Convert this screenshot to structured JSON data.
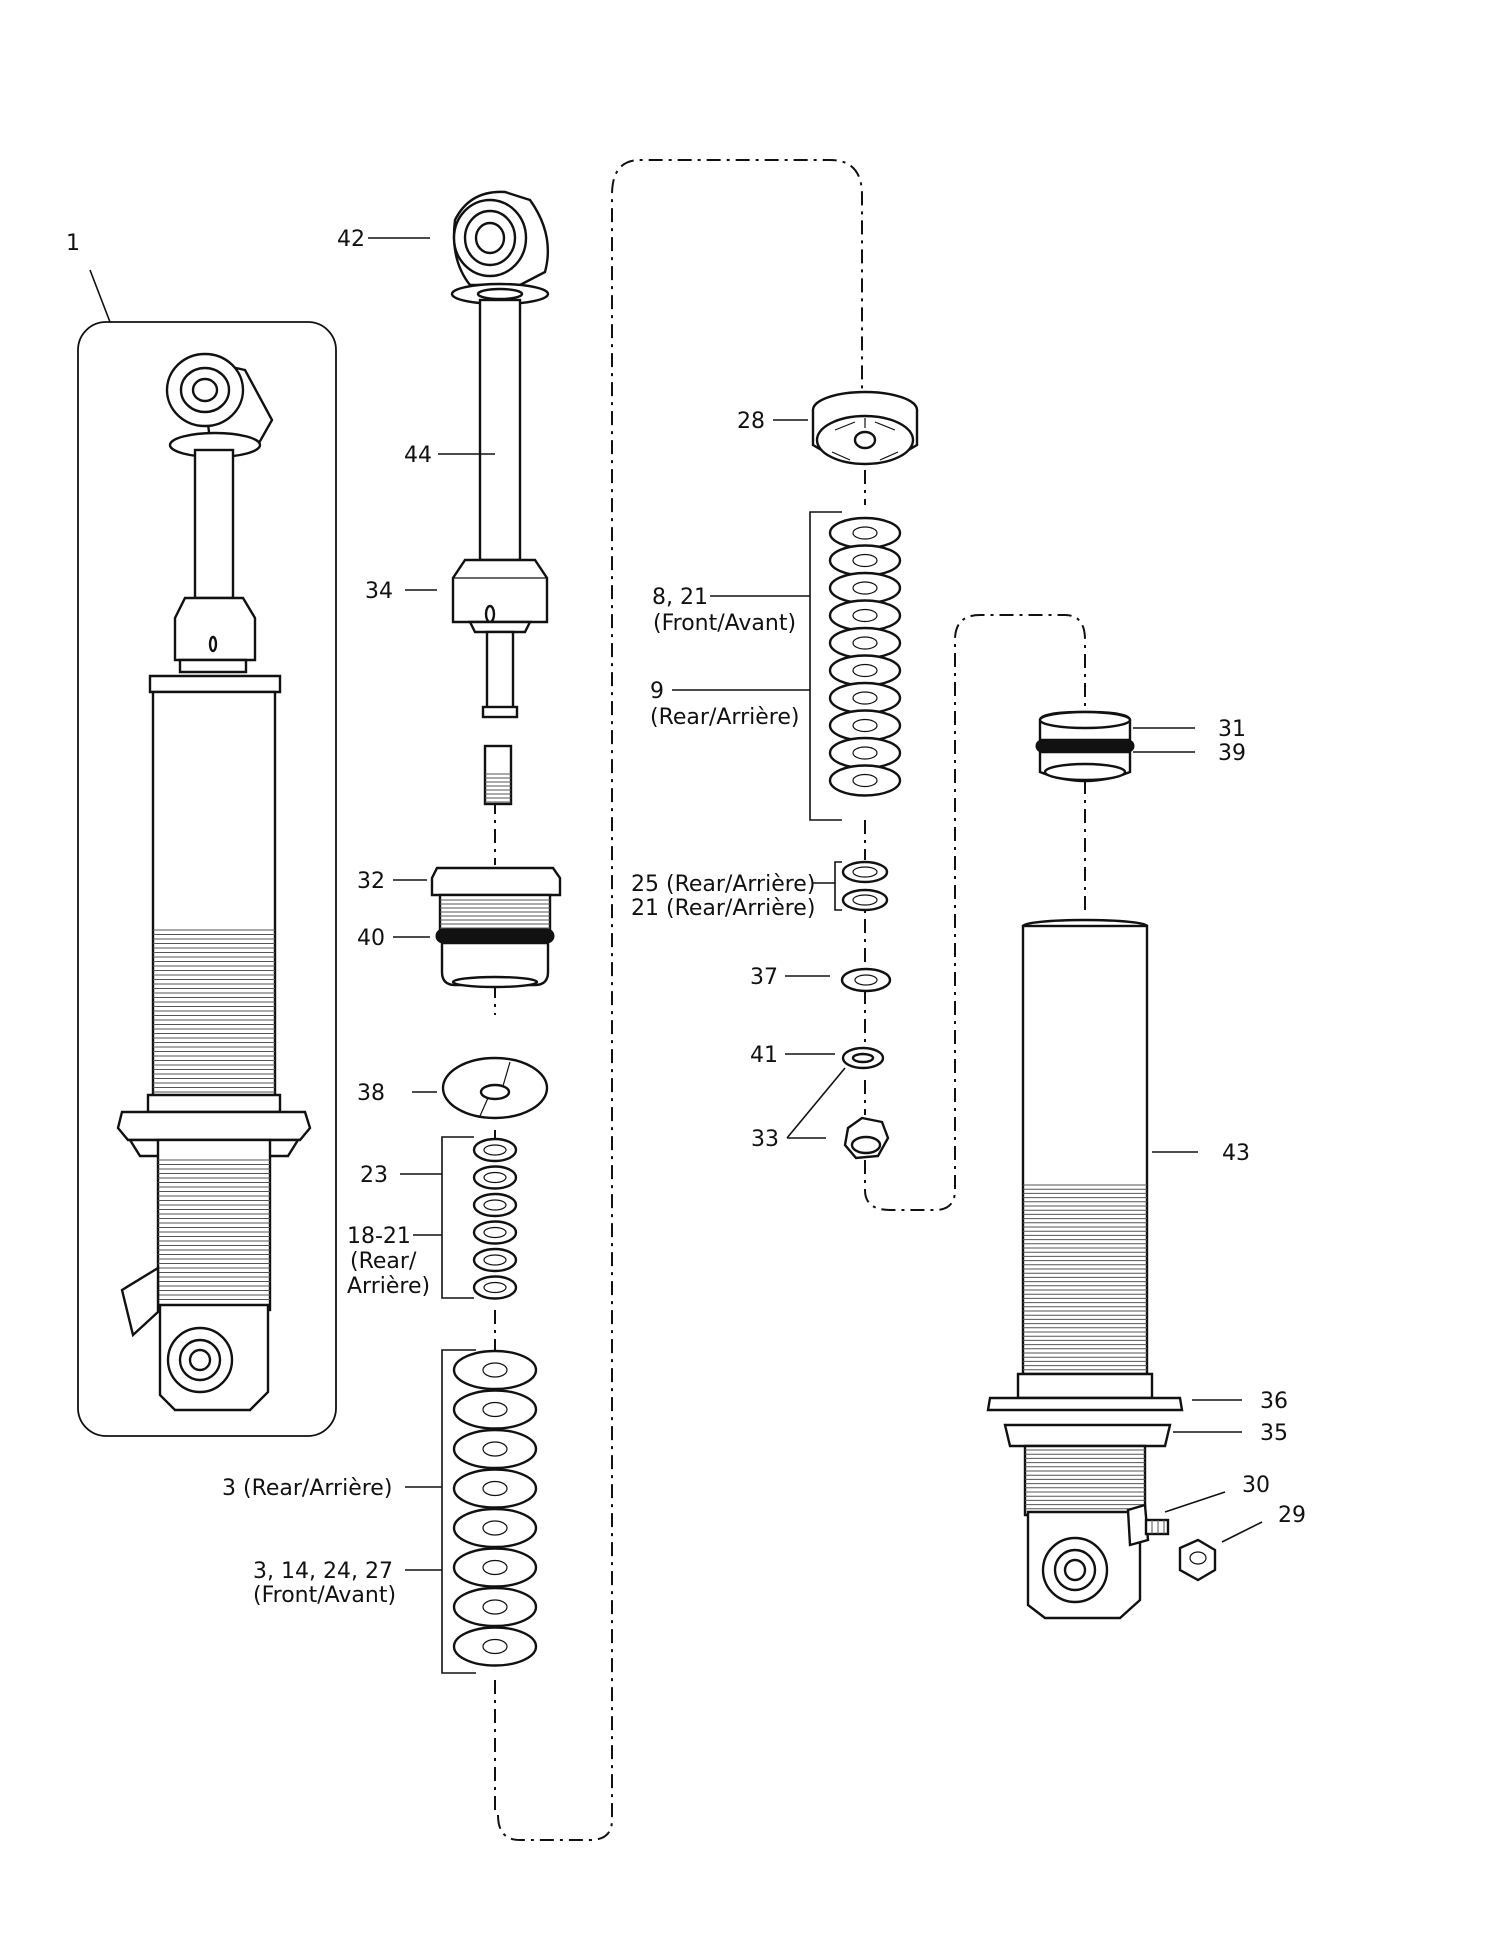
{
  "diagram": {
    "callouts": {
      "c1": "1",
      "c42": "42",
      "c44": "44",
      "c34": "34",
      "c32": "32",
      "c40": "40",
      "c38": "38",
      "c23": "23",
      "c18_21": "18-21",
      "c18_21_rear1": "(Rear/",
      "c18_21_rear2": "Arrière)",
      "c3_rear": "3 (Rear/Arrière)",
      "c3_front1": "3, 14, 24, 27",
      "c3_front2": "(Front/Avant)",
      "c28": "28",
      "c8_21": "8, 21",
      "c8_21_front": "(Front/Avant)",
      "c9": "9",
      "c9_rear": "(Rear/Arrière)",
      "c25": "25 (Rear/Arrière)",
      "c21": "21 (Rear/Arrière)",
      "c37": "37",
      "c41": "41",
      "c33": "33",
      "c31": "31",
      "c39": "39",
      "c43": "43",
      "c36": "36",
      "c35": "35",
      "c30": "30",
      "c29": "29"
    }
  }
}
